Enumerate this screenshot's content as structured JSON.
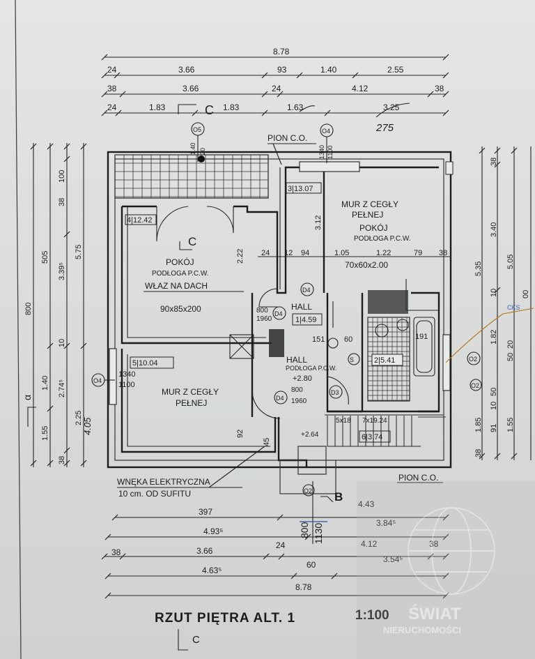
{
  "title": "RZUT PIĘTRA ALT. 1",
  "scale": "1:100",
  "section_mark": "C",
  "section_b": "B",
  "top_dims": {
    "row1": [
      "8.78"
    ],
    "row2": [
      "24",
      "3.66",
      "93",
      "1.40",
      "2.55"
    ],
    "row3": [
      "38",
      "3.66",
      "24",
      "4.12",
      "38"
    ],
    "row4": [
      "24",
      "1.83",
      "C",
      "1.83",
      "1.63",
      "3.25"
    ],
    "handwritten": "275"
  },
  "bottom_dims": {
    "row1": [
      "397",
      "4.43"
    ],
    "row2": [
      "4.93⁵",
      "3.84⁵"
    ],
    "row3": [
      "38",
      "3.66",
      "24",
      "4.12",
      "38"
    ],
    "row4": [
      "4.63⁵",
      "60",
      "3.54⁵"
    ],
    "row5": [
      "8.78"
    ],
    "handwritten": [
      "800",
      "1130"
    ]
  },
  "left_dims": [
    "800",
    "505",
    "3.39⁵",
    "100",
    "38",
    "5.75",
    "10",
    "1.40",
    "2.74⁵",
    "1.55",
    "38",
    "2.25",
    "4.05",
    "α"
  ],
  "right_dims": [
    "38",
    "3.40",
    "5.35",
    "5.05",
    "10",
    "1.82",
    "00",
    "20",
    "50",
    "10",
    "1.85",
    "91",
    "1.55",
    "50",
    "38"
  ],
  "rooms": [
    {
      "code": "4|12.42",
      "name": "POKÓJ",
      "floor": "PODŁOGA P.C.W.",
      "note": "WŁAZ NA DACH",
      "door": "90x85x200"
    },
    {
      "code": "3|13.07",
      "name": "POKÓJ",
      "floor": "PODŁOGA P.C.W.",
      "wall": "MUR Z CEGŁY PEŁNEJ",
      "window": "70x60x2.00"
    },
    {
      "code": "5|10.04",
      "wall": "MUR Z CEGŁY PEŁNEJ"
    },
    {
      "code": "1|4.59",
      "name": "HALL"
    },
    {
      "code": "2|5.41"
    },
    {
      "code": "6|3.74"
    }
  ],
  "hall_label": "HALL",
  "hall_floor": "PODŁOGA P.C.W.",
  "hall_level": "+2.80",
  "labels": {
    "pion_top": "PION C.O.",
    "pion_bottom": "PION C.O.",
    "wneka": "WNĘKA ELEKTRYCZNA",
    "wneka2": "10 cm. OD SUFITU",
    "window_o5": "O5",
    "window_o4": "O4",
    "window_o4b": "O4",
    "window_o2": "O2",
    "window_o2b": "O2",
    "window_o2c": "O2",
    "door_d4a": "D4",
    "door_d4b": "D4",
    "door_d4c": "D4",
    "door_d3": "D3",
    "d4_size": "800",
    "d4_size2": "1960",
    "o4_size": "1340",
    "o4_size2": "1100",
    "stairs": "5x18",
    "stairs2": "7x19.24",
    "level2": "+2.64",
    "t_151": "151",
    "t_60": "60",
    "t_191": "191",
    "t_222": "2.22",
    "t_312": "3.12",
    "t_24": "24",
    "t_12": "12",
    "t_94": "94",
    "t_105": "1.05",
    "t_122": "1.22",
    "t_79": "79",
    "t_38": "38",
    "t_92": "92",
    "t_45": "45",
    "o4b_1340": "1340",
    "o4b_1100": "1100"
  },
  "watermark": {
    "line1": "ŚWIAT",
    "line2": "NIERUCHOMOŚCI"
  }
}
